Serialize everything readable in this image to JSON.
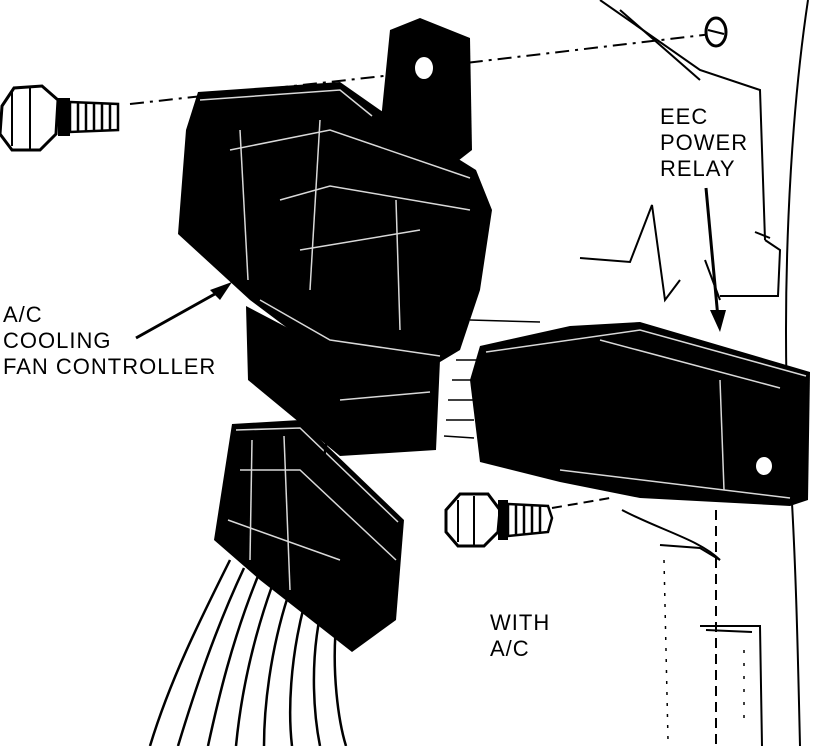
{
  "labels": {
    "fan_controller": [
      "A/C",
      "COOLING",
      "FAN CONTROLLER"
    ],
    "eec_power_relay": [
      "EEC",
      "POWER",
      "RELAY"
    ],
    "with_ac": [
      "WITH",
      "A/C"
    ]
  },
  "colors": {
    "ink": "#000000",
    "paper": "#ffffff"
  }
}
